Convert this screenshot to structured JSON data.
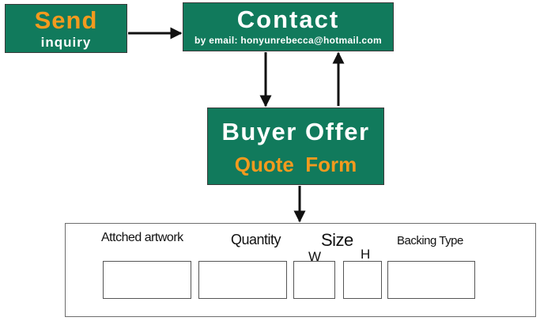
{
  "send": {
    "title": "Send",
    "subtitle": "inquiry"
  },
  "contact": {
    "title": "Contact",
    "subtitle": "by email: honyunrebecca@hotmail.com"
  },
  "buyer": {
    "title": "Buyer Offer",
    "subtitle": "Quote  Form"
  },
  "form": {
    "artwork_label": "Attched artwork",
    "quantity_label": "Quantity",
    "size_label": "Size",
    "width_label": "W",
    "height_label": "H",
    "backing_label": "Backing Type"
  },
  "colors": {
    "box_fill": "#117a5c",
    "accent_text": "#f39a1e",
    "title_text": "#ffffff"
  }
}
